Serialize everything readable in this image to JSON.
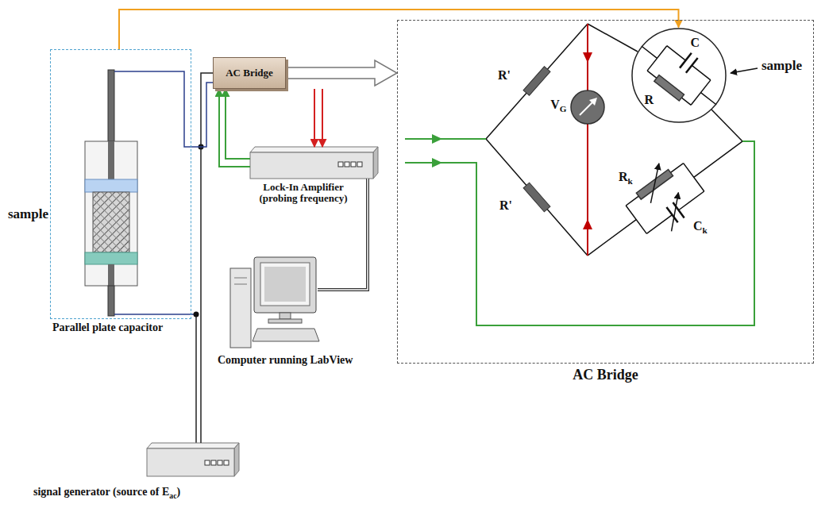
{
  "diagram": {
    "nodes": [
      {
        "text": [
          "sample",
          "Parallel plate capacitor"
        ]
      },
      {
        "text": [
          "AC Bridge"
        ]
      },
      {
        "text": [
          "Lock-In Amplifier (probing frequency)"
        ]
      },
      {
        "text": [
          "Computer running LabView"
        ]
      },
      {
        "text": [
          "signal generator (source of Eac)"
        ]
      },
      {
        "text": [
          "AC Bridge"
        ]
      },
      {
        "text": [
          "VG"
        ],
        "in": 5
      },
      {
        "text": [
          "C",
          "R"
        ],
        "in": 5
      }
    ],
    "edges": [
      {
        "from": 0,
        "to": 7,
        "arrow": "to"
      },
      {
        "from": 2,
        "to": 1,
        "arrow": "to"
      },
      {
        "from": 2,
        "to": 1,
        "arrow": "to"
      },
      {
        "from": 1,
        "to": 2,
        "arrow": "to"
      },
      {
        "from": 1,
        "to": 2,
        "arrow": "to"
      },
      {
        "from": 3,
        "to": 2,
        "arrow": "none"
      },
      {
        "from": 4,
        "to": 1,
        "arrow": "none"
      },
      {
        "from": 0,
        "to": 1,
        "arrow": "none"
      },
      {
        "from": 1,
        "to": 5,
        "arrow": "to"
      }
    ],
    "labels": [
      "sample",
      "R'",
      "R'",
      "Rk",
      "Ck"
    ]
  }
}
